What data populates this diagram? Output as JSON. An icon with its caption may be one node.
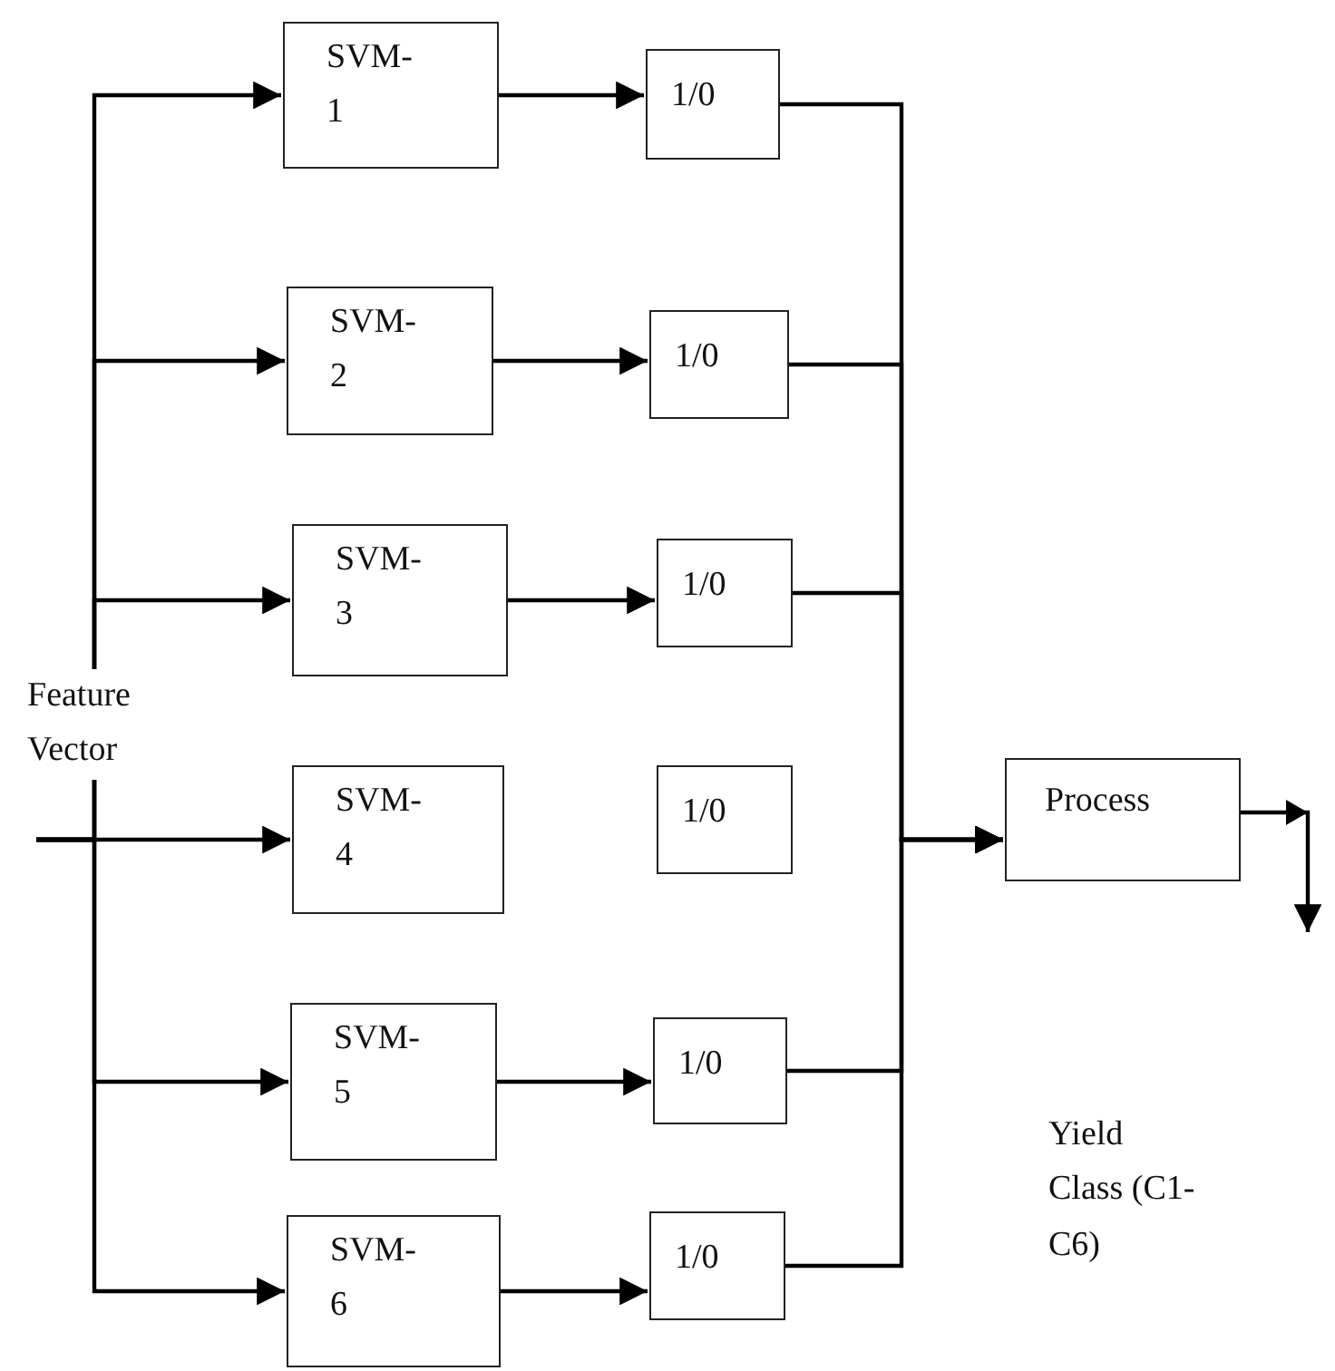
{
  "diagram": {
    "nodes": [
      {
        "text": [
          "Feature Vector"
        ]
      },
      {
        "text": [
          "SVM-1"
        ]
      },
      {
        "text": [
          "SVM-2"
        ]
      },
      {
        "text": [
          "SVM-3"
        ]
      },
      {
        "text": [
          "SVM-4"
        ]
      },
      {
        "text": [
          "SVM-5"
        ]
      },
      {
        "text": [
          "SVM-6"
        ]
      },
      {
        "text": [
          "1/0"
        ]
      },
      {
        "text": [
          "1/0"
        ]
      },
      {
        "text": [
          "1/0"
        ]
      },
      {
        "text": [
          "1/0"
        ]
      },
      {
        "text": [
          "1/0"
        ]
      },
      {
        "text": [
          "1/0"
        ]
      },
      {
        "text": [
          "Process"
        ]
      }
    ],
    "labels": [
      "Yield Class (C1-C6)"
    ],
    "edges": [
      {
        "from": 0,
        "to": 1,
        "arrow": "to"
      },
      {
        "from": 0,
        "to": 2,
        "arrow": "to"
      },
      {
        "from": 0,
        "to": 3,
        "arrow": "to"
      },
      {
        "from": 0,
        "to": 4,
        "arrow": "to"
      },
      {
        "from": 0,
        "to": 5,
        "arrow": "to"
      },
      {
        "from": 0,
        "to": 6,
        "arrow": "to"
      },
      {
        "from": 1,
        "to": 7,
        "arrow": "to"
      },
      {
        "from": 2,
        "to": 8,
        "arrow": "to"
      },
      {
        "from": 3,
        "to": 9,
        "arrow": "to"
      },
      {
        "from": 5,
        "to": 11,
        "arrow": "to"
      },
      {
        "from": 6,
        "to": 12,
        "arrow": "to"
      },
      {
        "from": 7,
        "to": 13,
        "arrow": "to"
      },
      {
        "from": 8,
        "to": 13,
        "arrow": "to"
      },
      {
        "from": 9,
        "to": 13,
        "arrow": "to"
      },
      {
        "from": 11,
        "to": 13,
        "arrow": "to"
      },
      {
        "from": 12,
        "to": 13,
        "arrow": "to"
      },
      {
        "from": 13,
        "to": null,
        "arrow": "to"
      }
    ]
  }
}
